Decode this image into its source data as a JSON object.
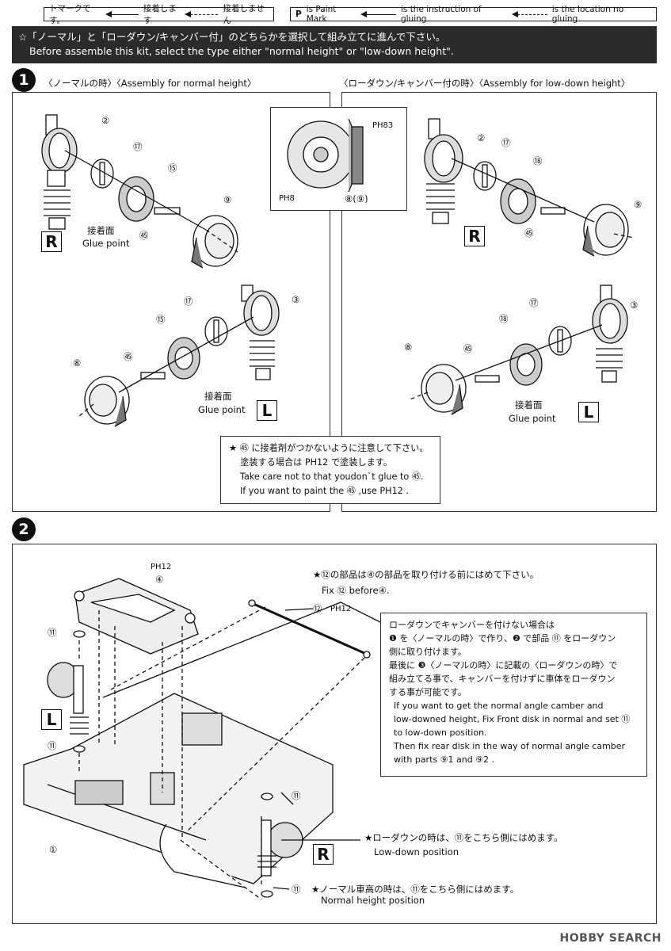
{
  "legend": {
    "jp_prefix": "トマークです。",
    "jp_glue": "接着します",
    "jp_noglue": "接着しません",
    "en_paint": "is Paint Mark",
    "en_glue": "is the instruction of gluing.",
    "en_noglue": "is the location no gluing.",
    "paint_mark": "P"
  },
  "banner": {
    "jp": "☆「ノーマル」と「ローダウン/キャンバー付」のどちらかを選択して組み立てに進んで下さい。",
    "en": "Before assemble this kit, select the type either \"normal height\" or \"low-down height\"."
  },
  "step1": {
    "badge": "1",
    "left_caption": "〈ノーマルの時〉〈Assembly for normal height〉",
    "right_caption": "〈ローダウン/キャンバー付の時〉〈Assembly for low-down height〉",
    "glue_jp": "接着面",
    "glue_en": "Glue point",
    "R": "R",
    "L": "L",
    "inset_paint1": "PH83",
    "inset_paint2": "PH8",
    "inset_parts": "⑧(⑨)",
    "left_parts_R": [
      "②",
      "⑰",
      "⑮",
      "⑨",
      "㊺"
    ],
    "left_parts_L": [
      "③",
      "⑰",
      "⑮",
      "⑧",
      "㊺"
    ],
    "right_parts_R": [
      "②",
      "⑰",
      "⑱",
      "⑨",
      "㊺"
    ],
    "right_parts_L": [
      "③",
      "⑰",
      "⑱",
      "⑧",
      "㊺"
    ],
    "note": [
      "★ ㊺ に接着剤がつかないように注意して下さい。",
      "塗装する場合は PH12 で塗装します。",
      "Take care not to that youdon`t glue to ㊺.",
      "If you want to paint the ㊺ ,use PH12 ."
    ]
  },
  "step2": {
    "badge": "2",
    "top_paint": "PH12",
    "part4": "④",
    "part12": "⑫",
    "part12_paint": "PH12",
    "part11": "⑪",
    "part1": "①",
    "fix_jp": "★⑫の部品は④の部品を取り付ける前にはめて下さい。",
    "fix_en": "Fix ⑫ before④.",
    "L": "L",
    "R": "R",
    "lowdown_jp": "★ローダウンの時は、⑪をこちら側にはめます。",
    "lowdown_en": "Low-down position",
    "normal_jp": "★ノーマル車高の時は、⑪をこちら側にはめます。",
    "normal_en": "Normal height position",
    "note": [
      "ローダウンでキャンバーを付けない場合は",
      "❶ を〈ノーマルの時〉で作り、❷ で部品 ⑪ をローダウン",
      "側に取り付けます。",
      "最後に ❸〈ノーマルの時〉に記載の〈ローダウンの時〉で",
      "組み立てる事で、キャンバーを付けずに車体をローダウン",
      "する事が可能です。",
      "If you want to get the normal angle camber and",
      "low-downed height, Fix Front disk in normal and set ⑪",
      "to low-down position.",
      "Then fix rear disk in the way of normal angle camber",
      "with parts ⑨1 and ⑨2 ."
    ]
  },
  "watermark": "HOBBY SEARCH"
}
